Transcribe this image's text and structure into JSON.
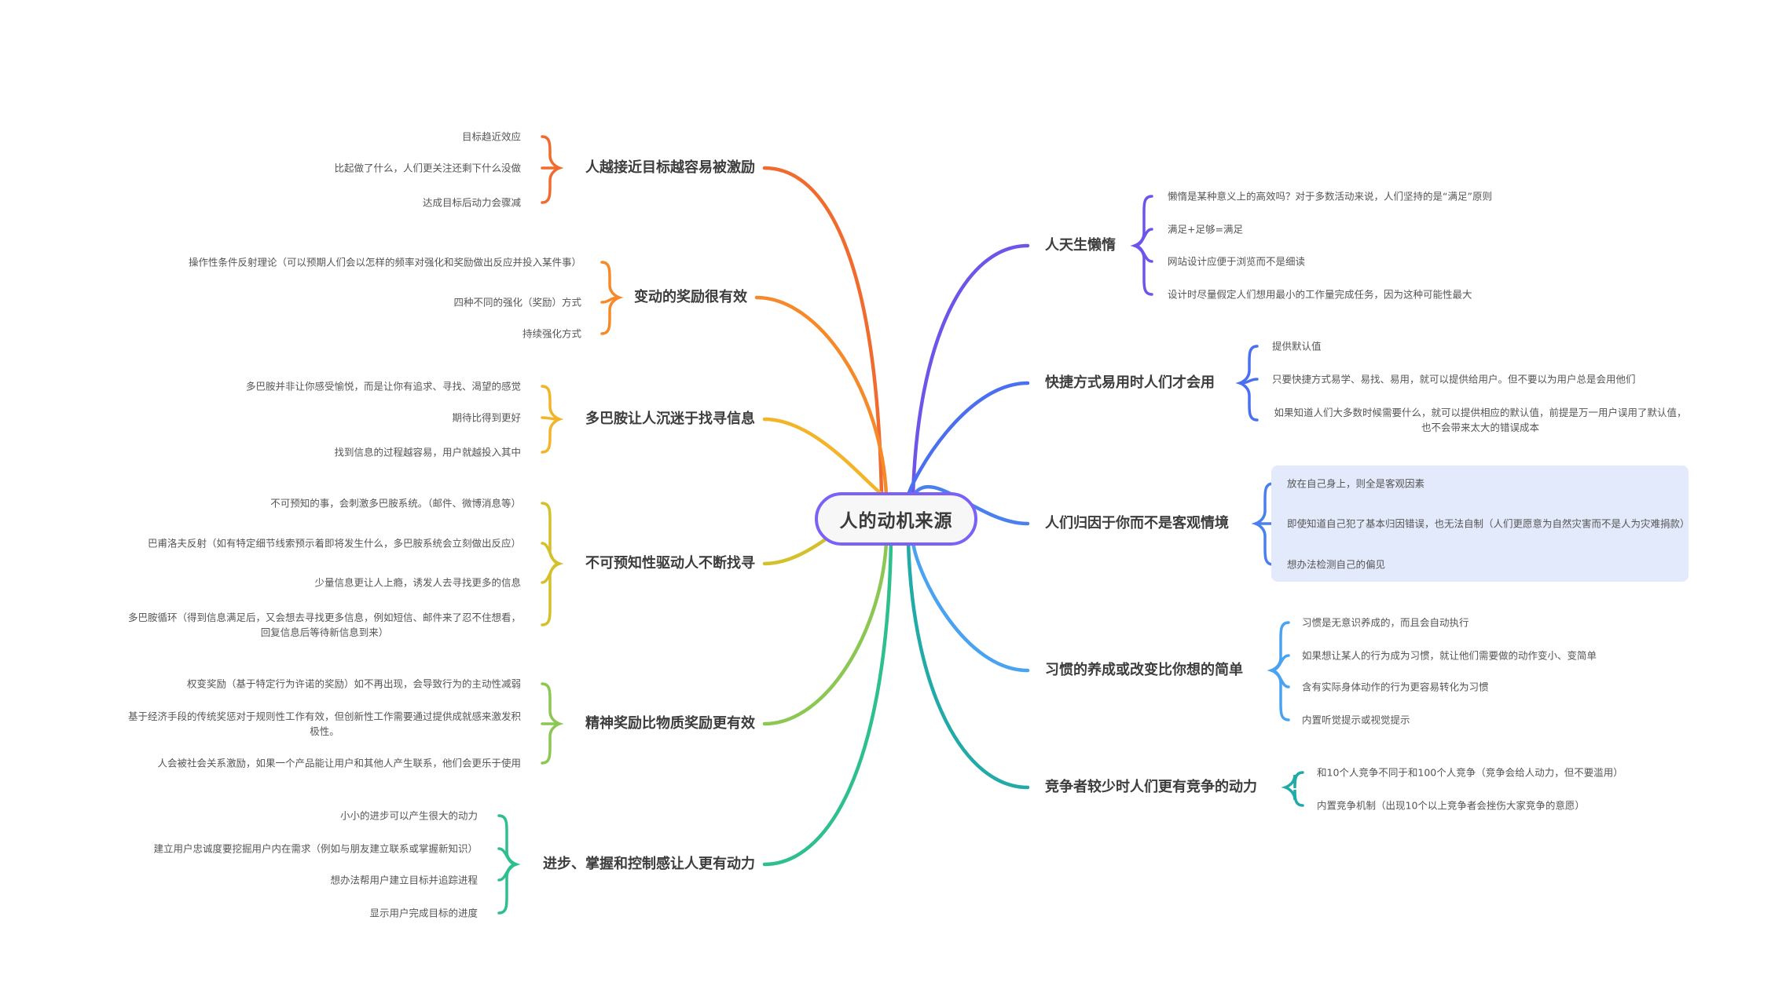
{
  "root": {
    "label": "人的动机来源",
    "border_color": "#7b61f5"
  },
  "branches": [
    {
      "side": "left",
      "label": "人越接近目标越容易被激励",
      "color": "#f06b2d",
      "leaves": [
        "目标趋近效应",
        "比起做了什么，人们更关注还剩下什么没做",
        "达成目标后动力会骤减"
      ]
    },
    {
      "side": "left",
      "label": "变动的奖励很有效",
      "color": "#f68a2a",
      "leaves": [
        "操作性条件反射理论（可以预期人们会以怎样的频率对强化和奖励做出反应并投入某件事）",
        "四种不同的强化（奖励）方式",
        "持续强化方式"
      ]
    },
    {
      "side": "left",
      "label": "多巴胺让人沉迷于找寻信息",
      "color": "#f2b52a",
      "leaves": [
        "多巴胺并非让你感受愉悦，而是让你有追求、寻找、渴望的感觉",
        "期待比得到更好",
        "找到信息的过程越容易，用户就越投入其中"
      ]
    },
    {
      "side": "left",
      "label": "不可预知性驱动人不断找寻",
      "color": "#d4c02a",
      "leaves": [
        "不可预知的事，会刺激多巴胺系统。（邮件、微博消息等）",
        "巴甫洛夫反射（如有特定细节线索预示着即将发生什么，多巴胺系统会立刻做出反应）",
        "少量信息更让人上瘾，诱发人去寻找更多的信息",
        "多巴胺循环（得到信息满足后，又会想去寻找更多信息，例如短信、邮件来了忍不住想看，回复信息后等待新信息到来）"
      ]
    },
    {
      "side": "left",
      "label": "精神奖励比物质奖励更有效",
      "color": "#8cc653",
      "leaves": [
        "权变奖励（基于特定行为许诺的奖励）如不再出现，会导致行为的主动性减弱",
        "基于经济手段的传统奖惩对于规则性工作有效，但创新性工作需要通过提供成就感来激发积极性。",
        "人会被社会关系激励，如果一个产品能让用户和其他人产生联系，他们会更乐于使用"
      ]
    },
    {
      "side": "left",
      "label": "进步、掌握和控制感让人更有动力",
      "color": "#2ec08c",
      "leaves": [
        "小小的进步可以产生很大的动力",
        "建立用户忠诚度要挖掘用户内在需求（例如与朋友建立联系或掌握新知识）",
        "想办法帮用户建立目标并追踪进程",
        "显示用户完成目标的进度"
      ]
    },
    {
      "side": "right",
      "label": "人天生懒惰",
      "color": "#6c55e8",
      "leaves": [
        "懒惰是某种意义上的高效吗？对于多数活动来说，人们坚持的是“满足”原则",
        "满足+足够=满足",
        "网站设计应便于浏览而不是细读",
        "设计时尽量假定人们想用最小的工作量完成任务，因为这种可能性最大"
      ]
    },
    {
      "side": "right",
      "label": "快捷方式易用时人们才会用",
      "color": "#4a6ff0",
      "leaves": [
        "提供默认值",
        "只要快捷方式易学、易找、易用，就可以提供给用户。但不要以为用户总是会用他们",
        "如果知道人们大多数时候需要什么，就可以提供相应的默认值，前提是万一用户误用了默认值，也不会带来太大的错误成本"
      ]
    },
    {
      "side": "right",
      "label": "人们归因于你而不是客观情境",
      "color": "#4a80ee",
      "highlight_color": "#e3eafb",
      "leaves": [
        "放在自己身上，则全是客观因素",
        "即使知道自己犯了基本归因错误，也无法自制（人们更愿意为自然灾害而不是人为灾难捐款）",
        "想办法检测自己的偏见"
      ]
    },
    {
      "side": "right",
      "label": "习惯的养成或改变比你想的简单",
      "color": "#4aa3f0",
      "leaves": [
        "习惯是无意识养成的，而且会自动执行",
        "如果想让某人的行为成为习惯，就让他们需要做的动作变小、变简单",
        "含有实际身体动作的行为更容易转化为习惯",
        "内置听觉提示或视觉提示"
      ]
    },
    {
      "side": "right",
      "label": "竞争者较少时人们更有竞争的动力",
      "color": "#21aaa8",
      "leaves": [
        "和10个人竞争不同于和100个人竞争（竞争会给人动力，但不要滥用）",
        "内置竞争机制（出现10个以上竞争者会挫伤大家竞争的意愿）"
      ]
    }
  ]
}
